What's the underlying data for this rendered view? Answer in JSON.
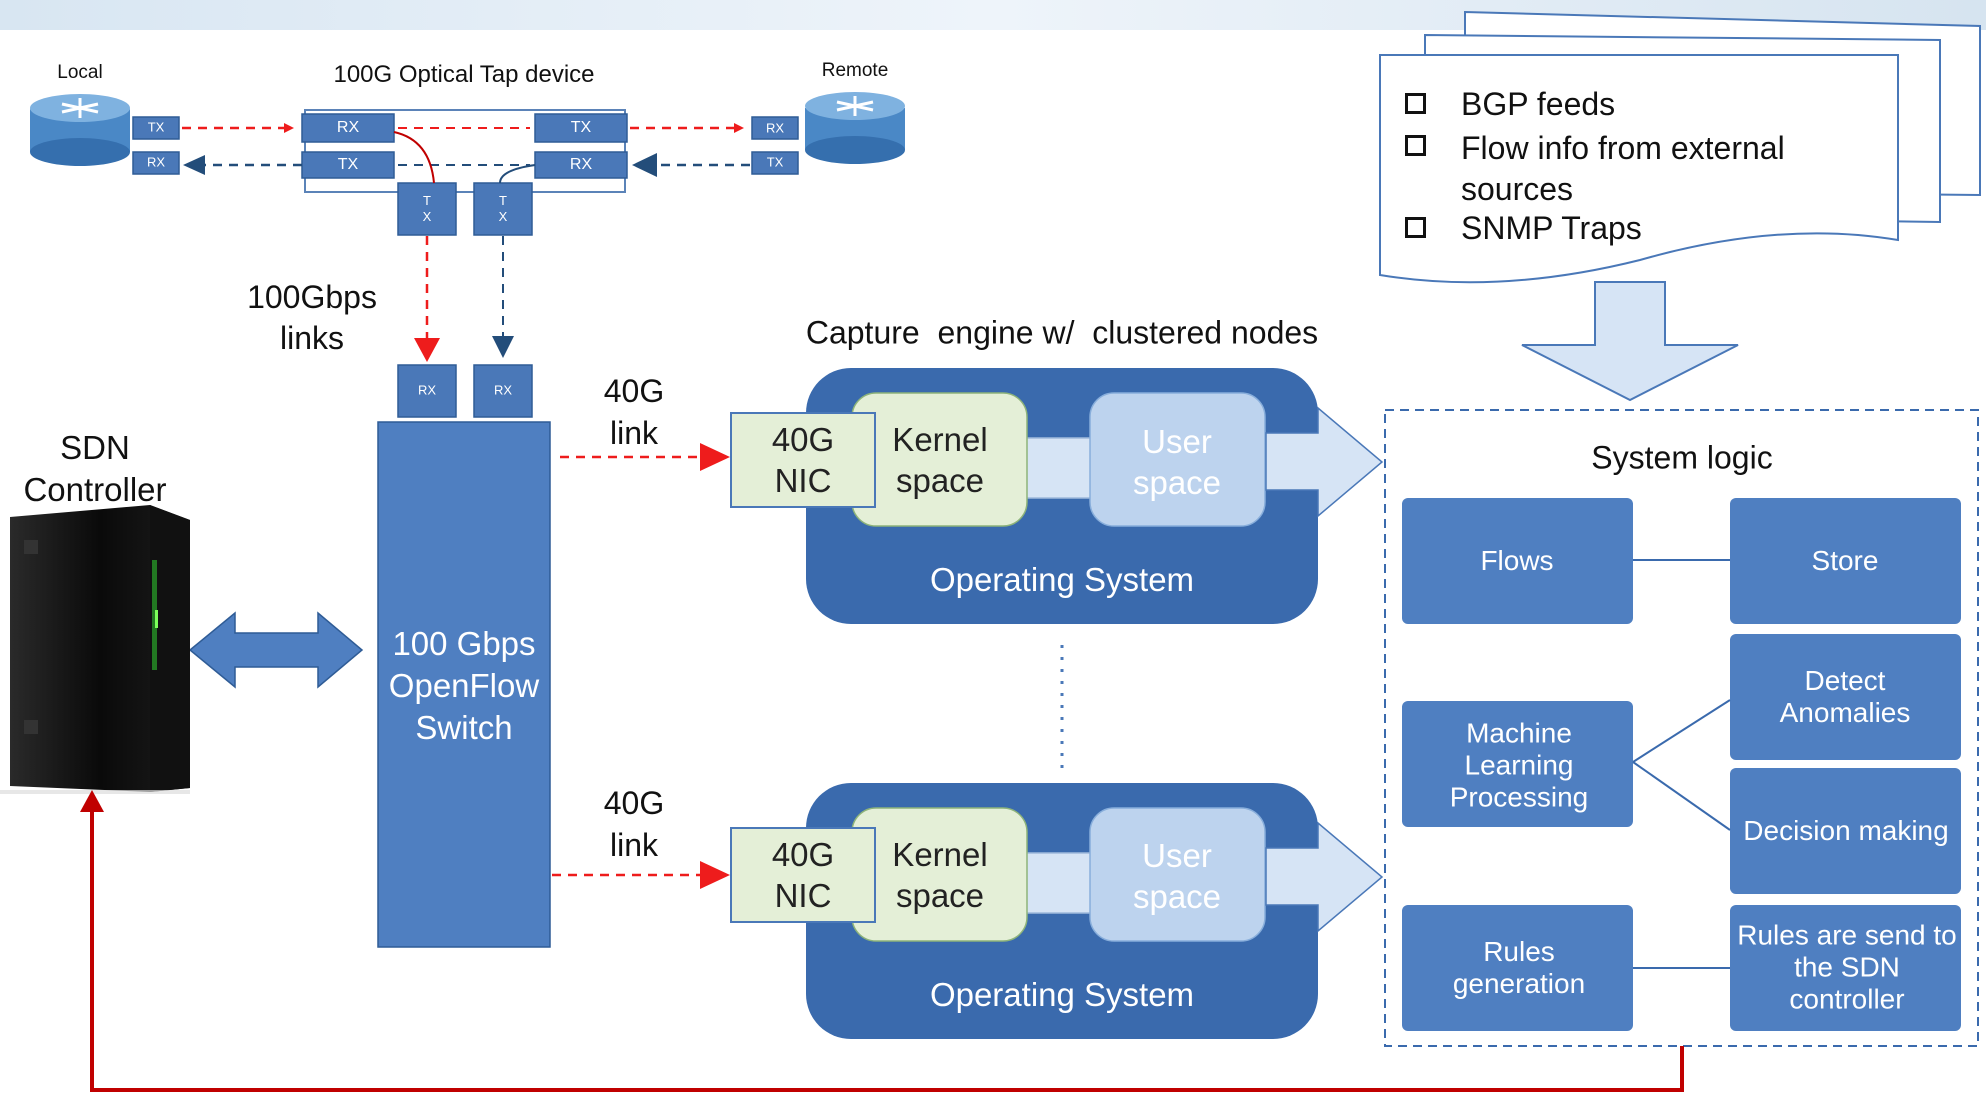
{
  "devices": {
    "local": "Local",
    "remote": "Remote",
    "tap_device": "100G Optical Tap device",
    "sdn_controller": [
      "SDN",
      "Controller"
    ],
    "switch": [
      "100 Gbps",
      "OpenFlow",
      "Switch"
    ]
  },
  "ports": {
    "tx": "TX",
    "rx": "RX",
    "tap_tx": [
      "T",
      "X"
    ]
  },
  "links": {
    "gbps100": [
      "100Gbps",
      "links"
    ],
    "g40": [
      "40G",
      "link"
    ]
  },
  "capture": {
    "title": "Capture  engine w/  clustered nodes",
    "nic": [
      "40G",
      "NIC"
    ],
    "kernel": [
      "Kernel",
      "space"
    ],
    "user": [
      "User",
      "space"
    ],
    "os": "Operating System"
  },
  "external_sources": {
    "items": [
      "BGP feeds",
      "Flow info from external sources",
      "SNMP Traps"
    ]
  },
  "system_logic": {
    "title": "System logic",
    "flows": "Flows",
    "store": "Store",
    "ml": "Machine Learning Processing",
    "detect": "Detect Anomalies",
    "decision": "Decision making",
    "rules_gen": "Rules generation",
    "rules_send": "Rules are send to the SDN controller"
  },
  "colors": {
    "box_blue": "#4f7fc1",
    "port_blue": "#4a78b8",
    "os_blue": "#3a6aad",
    "light_blue": "#bdd3ee",
    "light_green": "#e4efd7",
    "red": "#ee1c1c",
    "dark_red": "#c00000",
    "navy": "#234d7a"
  }
}
